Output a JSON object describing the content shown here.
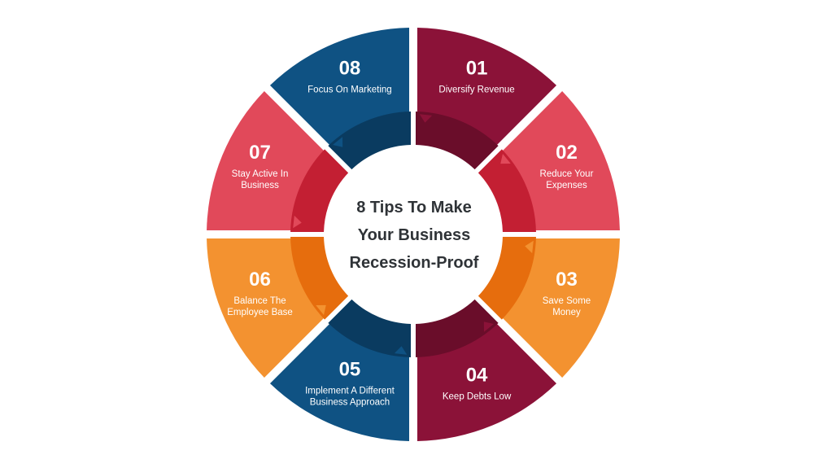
{
  "title_lines": [
    "8 Tips To Make",
    "Your Business",
    "Recession-Proof"
  ],
  "segments": [
    {
      "number": "01",
      "label_lines": [
        "Diversify Revenue"
      ],
      "color": "#8b1238",
      "inner_color": "#6a0d2a"
    },
    {
      "number": "02",
      "label_lines": [
        "Reduce Your",
        "Expenses"
      ],
      "color": "#e1495a",
      "inner_color": "#c31f33"
    },
    {
      "number": "03",
      "label_lines": [
        "Save Some",
        "Money"
      ],
      "color": "#f39230",
      "inner_color": "#e66d0d"
    },
    {
      "number": "04",
      "label_lines": [
        "Keep Debts Low"
      ],
      "color": "#8b1238",
      "inner_color": "#6a0d2a"
    },
    {
      "number": "05",
      "label_lines": [
        "Implement A Different",
        "Business Approach"
      ],
      "color": "#0f5283",
      "inner_color": "#0a3b60"
    },
    {
      "number": "06",
      "label_lines": [
        "Balance The",
        "Employee Base"
      ],
      "color": "#f39230",
      "inner_color": "#e66d0d"
    },
    {
      "number": "07",
      "label_lines": [
        "Stay Active In",
        "Business"
      ],
      "color": "#e1495a",
      "inner_color": "#c31f33"
    },
    {
      "number": "08",
      "label_lines": [
        "Focus On Marketing"
      ],
      "color": "#0f5283",
      "inner_color": "#0a3b60"
    }
  ]
}
